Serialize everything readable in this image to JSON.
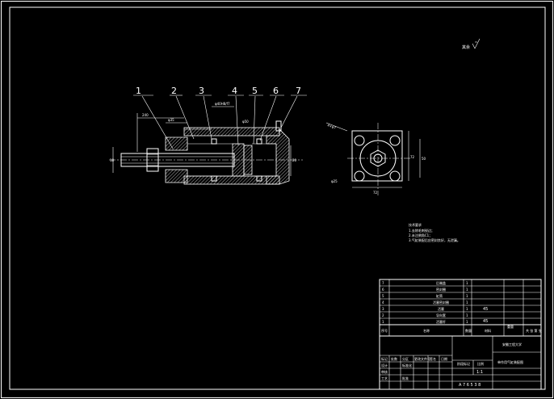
{
  "callouts": [
    "1",
    "2",
    "3",
    "4",
    "5",
    "6",
    "7"
  ],
  "roughness_symbol": "其余",
  "tech_requirements": {
    "title": "技术要求",
    "lines": [
      "1.去除毛刺锐边；",
      "2.未注倒角C1；",
      "3.气缸装配后应密封良好，无泄漏。"
    ]
  },
  "parts_list": {
    "rows": [
      {
        "index": "7",
        "name": "后端盖",
        "qty": "1",
        "material": ""
      },
      {
        "index": "6",
        "name": "密封圈",
        "qty": "1",
        "material": ""
      },
      {
        "index": "5",
        "name": "缸筒",
        "qty": "1",
        "material": ""
      },
      {
        "index": "4",
        "name": "活塞密封圈",
        "qty": "1",
        "material": ""
      },
      {
        "index": "3",
        "name": "活塞",
        "qty": "1",
        "material": ""
      },
      {
        "index": "2",
        "name": "导向套",
        "qty": "1",
        "material": "45"
      },
      {
        "index": "1",
        "name": "活塞杆",
        "qty": "1",
        "material": "45"
      }
    ],
    "header": {
      "index": "序号",
      "name": "名称",
      "qty": "数量",
      "material": "材料"
    }
  },
  "title_block": {
    "school": "安徽工程大学",
    "drawing_name": "单作用气缸装配图",
    "scale_label": "比例",
    "scale": "1:1",
    "stage_label": "阶段标记",
    "weight_label": "重量",
    "sheet_label": "共 张 第 张",
    "designer_label": "设计",
    "checker_label": "审核",
    "process_label": "工艺",
    "approve_label": "批准",
    "std_label": "标准化",
    "date_label": "日期",
    "sign_label": "签名",
    "mark_label": "标记",
    "count_label": "处数",
    "zone_label": "分区",
    "doc_label": "更改文件号",
    "drawing_no": "A 7 6 5 3 8"
  }
}
